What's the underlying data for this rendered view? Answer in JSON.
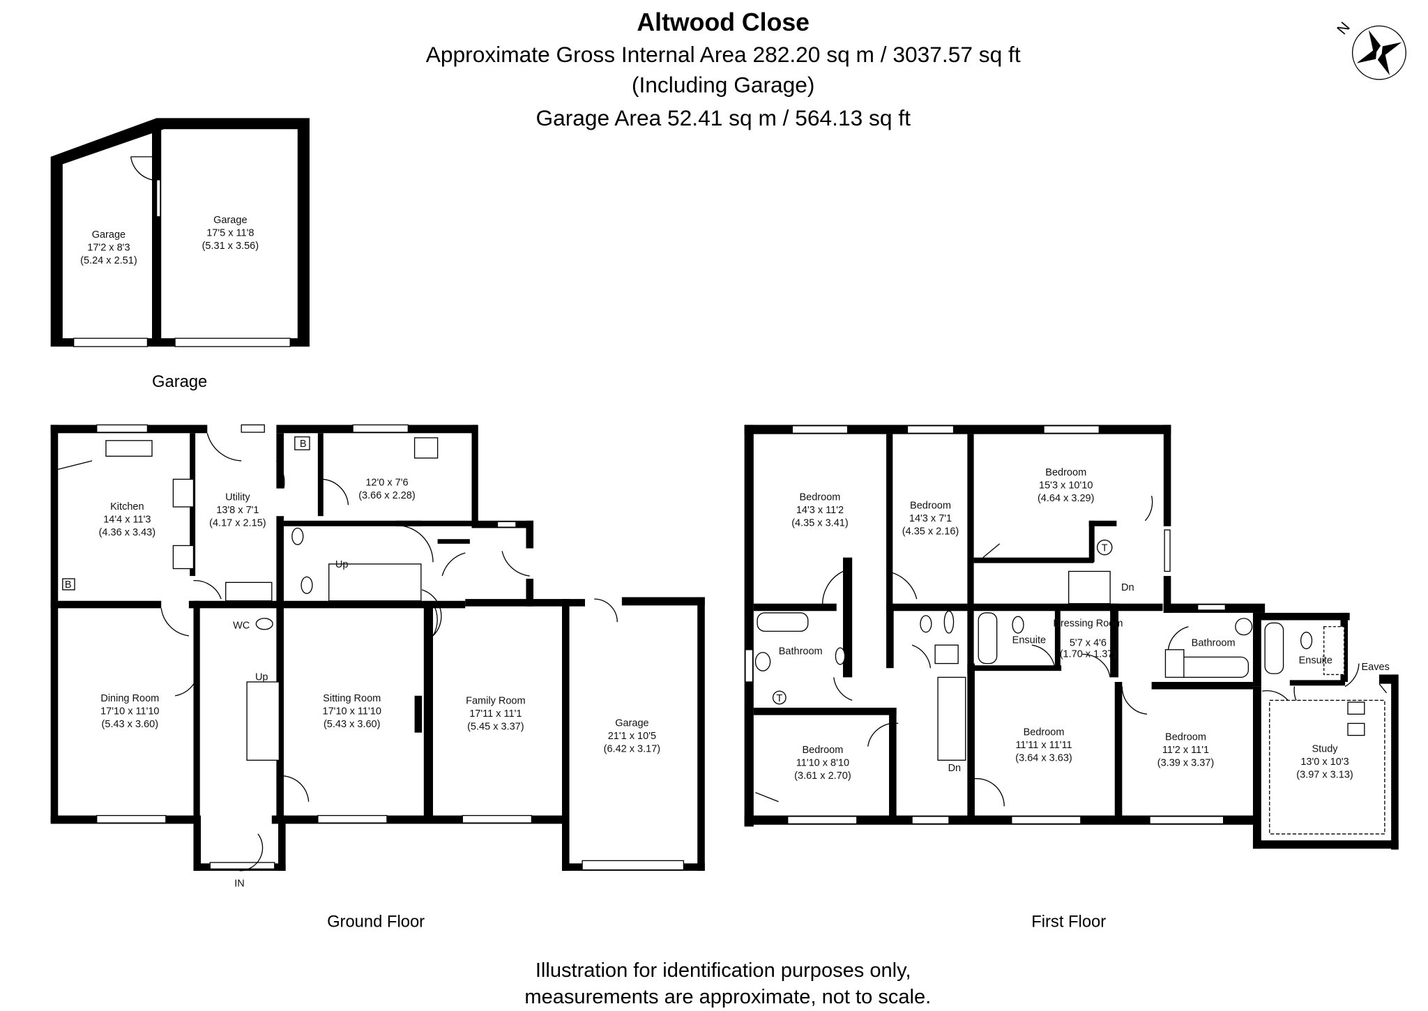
{
  "header": {
    "title": "Altwood Close",
    "area": "Approximate Gross Internal Area 282.20 sq m / 3037.57 sq ft",
    "including": "(Including Garage)",
    "garage_area": "Garage Area 52.41 sq m / 564.13 sq ft"
  },
  "compass": {
    "label": "N",
    "icon": "compass-rose-icon"
  },
  "garage_plan": {
    "caption": "Garage",
    "rooms": [
      {
        "name": "Garage",
        "imperial": "17'2 x 8'3",
        "metric": "(5.24 x 2.51)"
      },
      {
        "name": "Garage",
        "imperial": "17'5 x 11'8",
        "metric": "(5.31 x 3.56)"
      }
    ]
  },
  "ground_floor": {
    "caption": "Ground Floor",
    "rooms": [
      {
        "name": "Kitchen",
        "imperial": "14'4 x 11'3",
        "metric": "(4.36 x 3.43)"
      },
      {
        "name": "Utility",
        "imperial": "13'8 x 7'1",
        "metric": "(4.17 x 2.15)"
      },
      {
        "name": "",
        "imperial": "12'0 x 7'6",
        "metric": "(3.66 x 2.28)"
      },
      {
        "name": "Dining Room",
        "imperial": "17'10 x 11'10",
        "metric": "(5.43 x 3.60)"
      },
      {
        "name": "Sitting Room",
        "imperial": "17'10 x 11'10",
        "metric": "(5.43 x 3.60)"
      },
      {
        "name": "Family Room",
        "imperial": "17'11 x 11'1",
        "metric": "(5.45 x 3.37)"
      },
      {
        "name": "Garage",
        "imperial": "21'1 x 10'5",
        "metric": "(6.42 x 3.17)"
      }
    ],
    "labels": {
      "wc": "WC",
      "up1": "Up",
      "up2": "Up",
      "in": "IN",
      "b1": "B",
      "b2": "B"
    }
  },
  "first_floor": {
    "caption": "First Floor",
    "rooms": [
      {
        "name": "Bedroom",
        "imperial": "14'3 x 11'2",
        "metric": "(4.35 x 3.41)"
      },
      {
        "name": "Bedroom",
        "imperial": "14'3 x 7'1",
        "metric": "(4.35 x 2.16)"
      },
      {
        "name": "Bedroom",
        "imperial": "15'3 x 10'10",
        "metric": "(4.64 x 3.29)"
      },
      {
        "name": "Bedroom",
        "imperial": "11'10 x 8'10",
        "metric": "(3.61 x 2.70)"
      },
      {
        "name": "Bedroom",
        "imperial": "11'11 x 11'11",
        "metric": "(3.64 x 3.63)"
      },
      {
        "name": "Bedroom",
        "imperial": "11'2 x 11'1",
        "metric": "(3.39 x 3.37)"
      },
      {
        "name": "Study",
        "imperial": "13'0 x 10'3",
        "metric": "(3.97 x 3.13)"
      },
      {
        "name": "Dressing Room",
        "imperial": "5'7 x 4'6",
        "metric": "(1.70 x 1.37)"
      }
    ],
    "labels": {
      "bathroom1": "Bathroom",
      "bathroom2": "Bathroom",
      "ensuite1": "Ensuite",
      "ensuite2": "Ensuite",
      "eaves": "Eaves",
      "dn1": "Dn",
      "dn2": "Dn",
      "t1": "T",
      "t2": "T"
    }
  },
  "footer": {
    "line1": "Illustration for identification purposes only,",
    "line2": "measurements are approximate, not to scale."
  }
}
